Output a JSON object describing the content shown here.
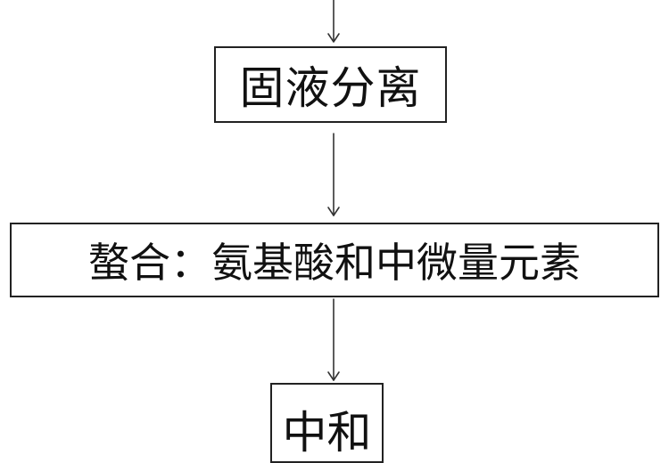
{
  "steps": [
    {
      "label": "固液分离"
    },
    {
      "label": "螯合：氨基酸和中微量元素"
    },
    {
      "label": "中和"
    }
  ],
  "colors": {
    "border": "#222222",
    "arrow": "#333333",
    "text": "#111111",
    "background": "#ffffff"
  }
}
